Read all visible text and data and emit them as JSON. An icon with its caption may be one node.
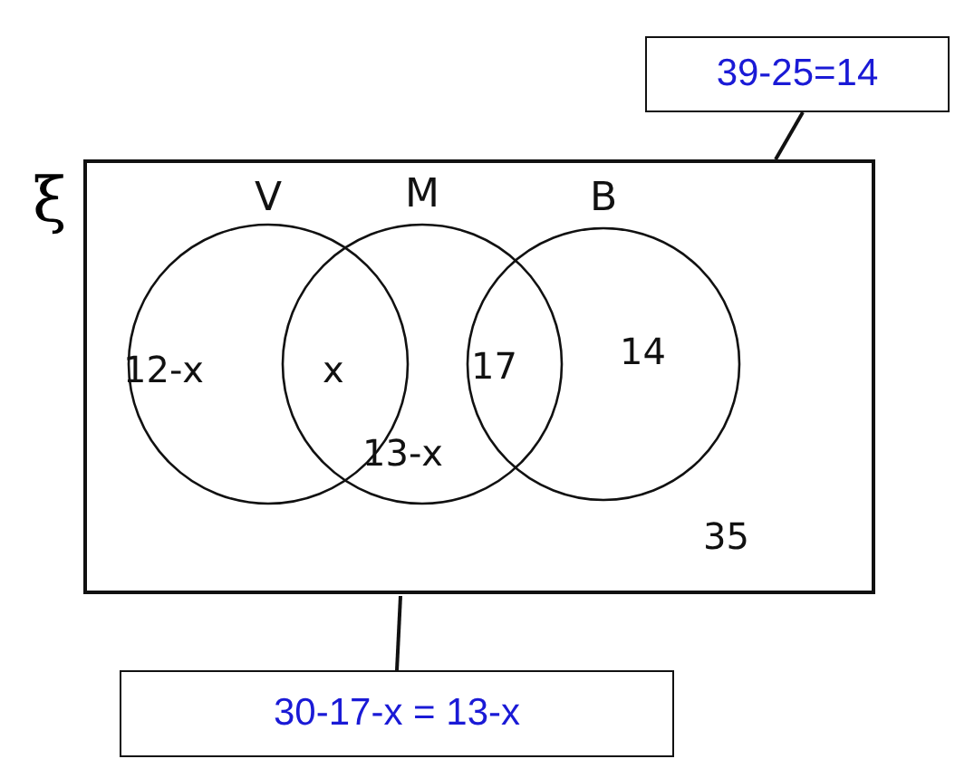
{
  "diagram": {
    "nodes": [
      {
        "text": [
          "ξ"
        ]
      },
      {
        "text": [
          "V"
        ],
        "in": 0
      },
      {
        "text": [
          "M"
        ],
        "in": 0
      },
      {
        "text": [
          "B"
        ],
        "in": 0
      },
      {
        "text": [
          "39-25=14"
        ]
      },
      {
        "text": [
          "30-17-x = 13-x"
        ]
      }
    ],
    "edges": [
      {
        "from": 4,
        "to": 0,
        "arrow": "none"
      },
      {
        "from": 5,
        "to": 0,
        "arrow": "none"
      }
    ],
    "labels": [
      "12-x",
      "x",
      "17",
      "14",
      "13-x",
      "35"
    ]
  }
}
